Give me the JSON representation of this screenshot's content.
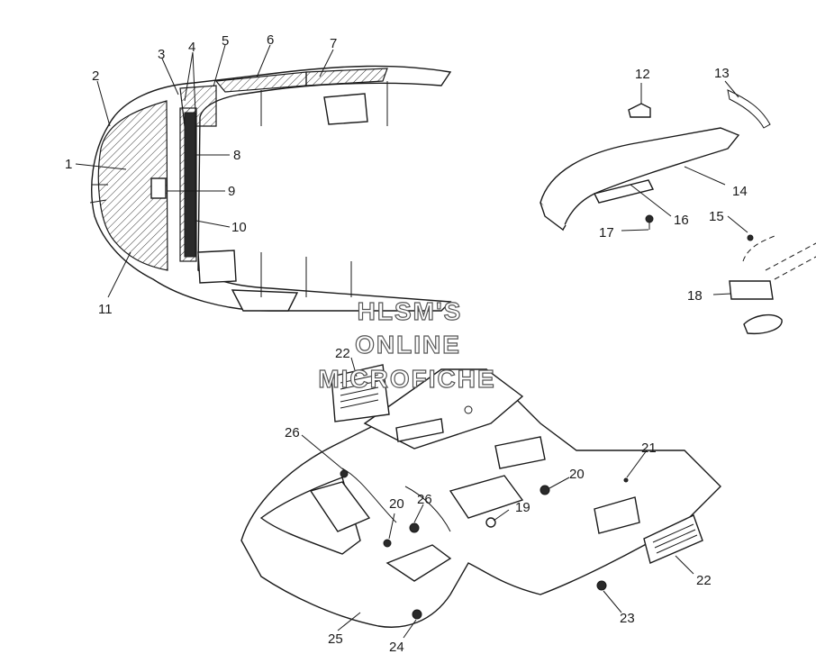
{
  "watermark": {
    "line1": "HLSM'S",
    "line2": "ONLINE",
    "line3": "MICROFICHE",
    "color": "#555555"
  },
  "callouts": {
    "c1": "1",
    "c2": "2",
    "c3": "3",
    "c4": "4",
    "c5": "5",
    "c6": "6",
    "c7": "7",
    "c8": "8",
    "c9": "9",
    "c10": "10",
    "c11": "11",
    "c12": "12",
    "c13": "13",
    "c14": "14",
    "c15": "15",
    "c16": "16",
    "c17": "17",
    "c18": "18",
    "c19": "19",
    "c20a": "20",
    "c20b": "20",
    "c21": "21",
    "c22a": "22",
    "c22b": "22",
    "c23": "23",
    "c24": "24",
    "c25": "25",
    "c26a": "26",
    "c26b": "26"
  }
}
